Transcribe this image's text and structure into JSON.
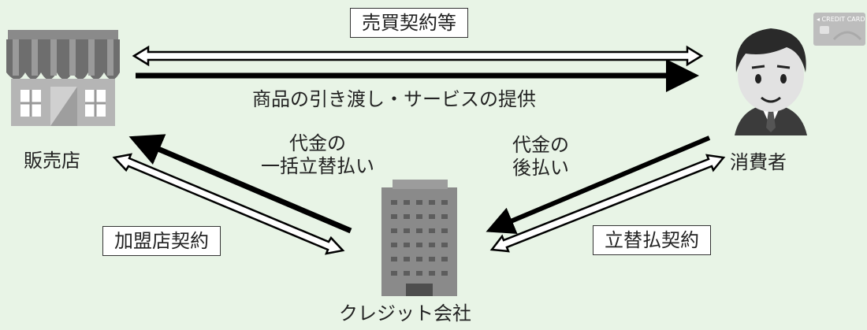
{
  "actors": {
    "shop": "販売店",
    "consumer": "消費者",
    "credit_company": "クレジット会社"
  },
  "relations": {
    "sales_contract": "売買契約等",
    "delivery": "商品の引き渡し・サービスの提供",
    "lump_payment_line1": "代金の",
    "lump_payment_line2": "一括立替払い",
    "deferred_payment_line1": "代金の",
    "deferred_payment_line2": "後払い",
    "merchant_contract": "加盟店契約",
    "advance_payment_contract": "立替払契約"
  },
  "card": {
    "label": "◂ CREDIT CARD"
  },
  "colors": {
    "background": "#e8f4e6",
    "arrow_solid": "#000000",
    "arrow_outline": "#000000",
    "shop_awning": "#7a7a7a",
    "building": "#8e8e8e"
  }
}
